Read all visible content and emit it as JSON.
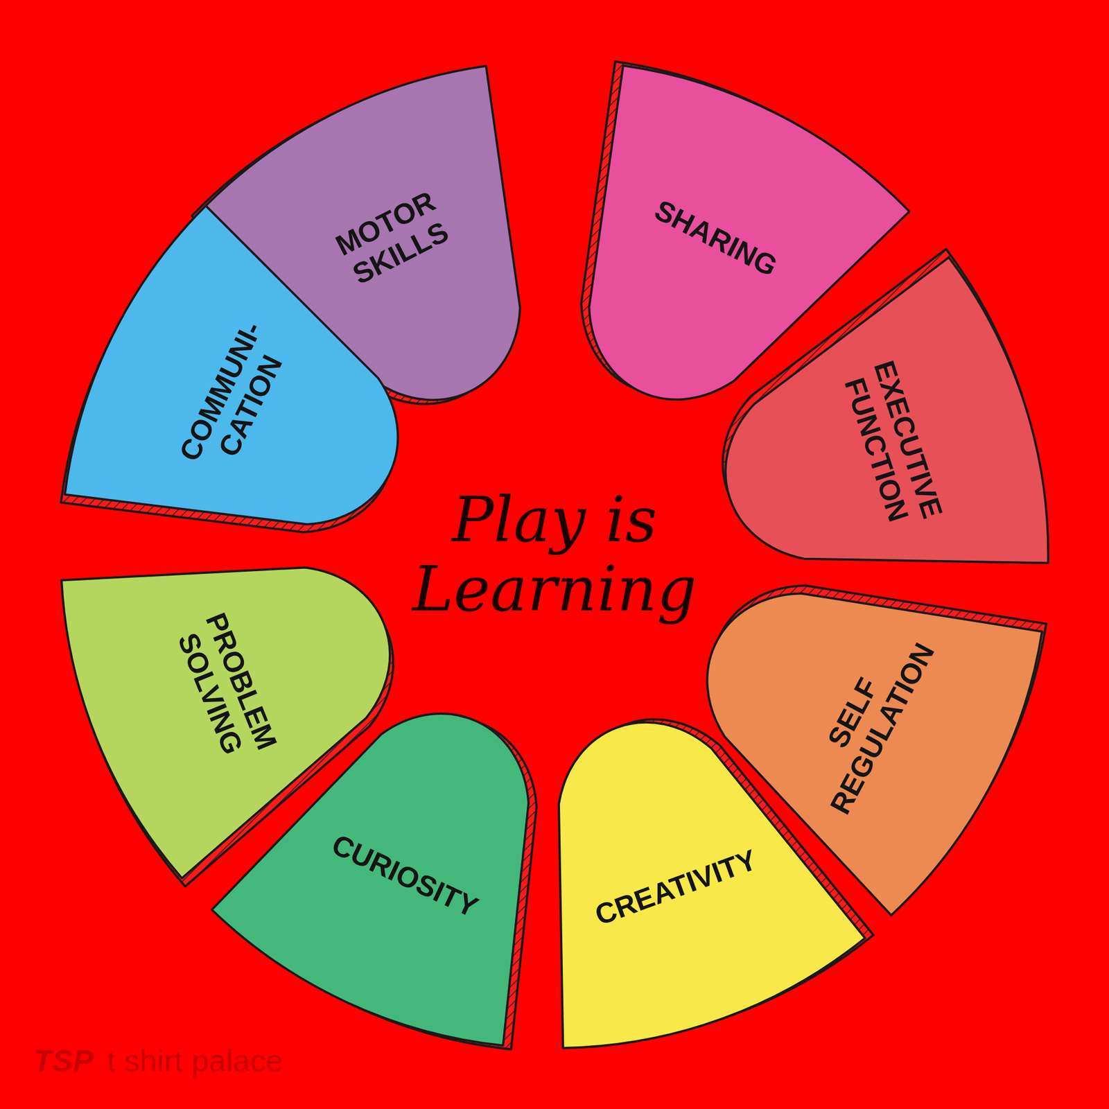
{
  "diagram": {
    "title": "Play is Learning",
    "nodes": [
      {
        "text": [
          "MOTOR SKILLS"
        ]
      },
      {
        "text": [
          "SHARING"
        ]
      },
      {
        "text": [
          "EXECUTIVE FUNCTION"
        ]
      },
      {
        "text": [
          "SELF REGULATION"
        ]
      },
      {
        "text": [
          "CREATIVITY"
        ]
      },
      {
        "text": [
          "CURIOSITY"
        ]
      },
      {
        "text": [
          "PROBLEM SOLVING"
        ]
      },
      {
        "text": [
          "COMMUNI- CATION"
        ]
      }
    ],
    "labels": [
      "TSP",
      "t shirt palace"
    ]
  }
}
